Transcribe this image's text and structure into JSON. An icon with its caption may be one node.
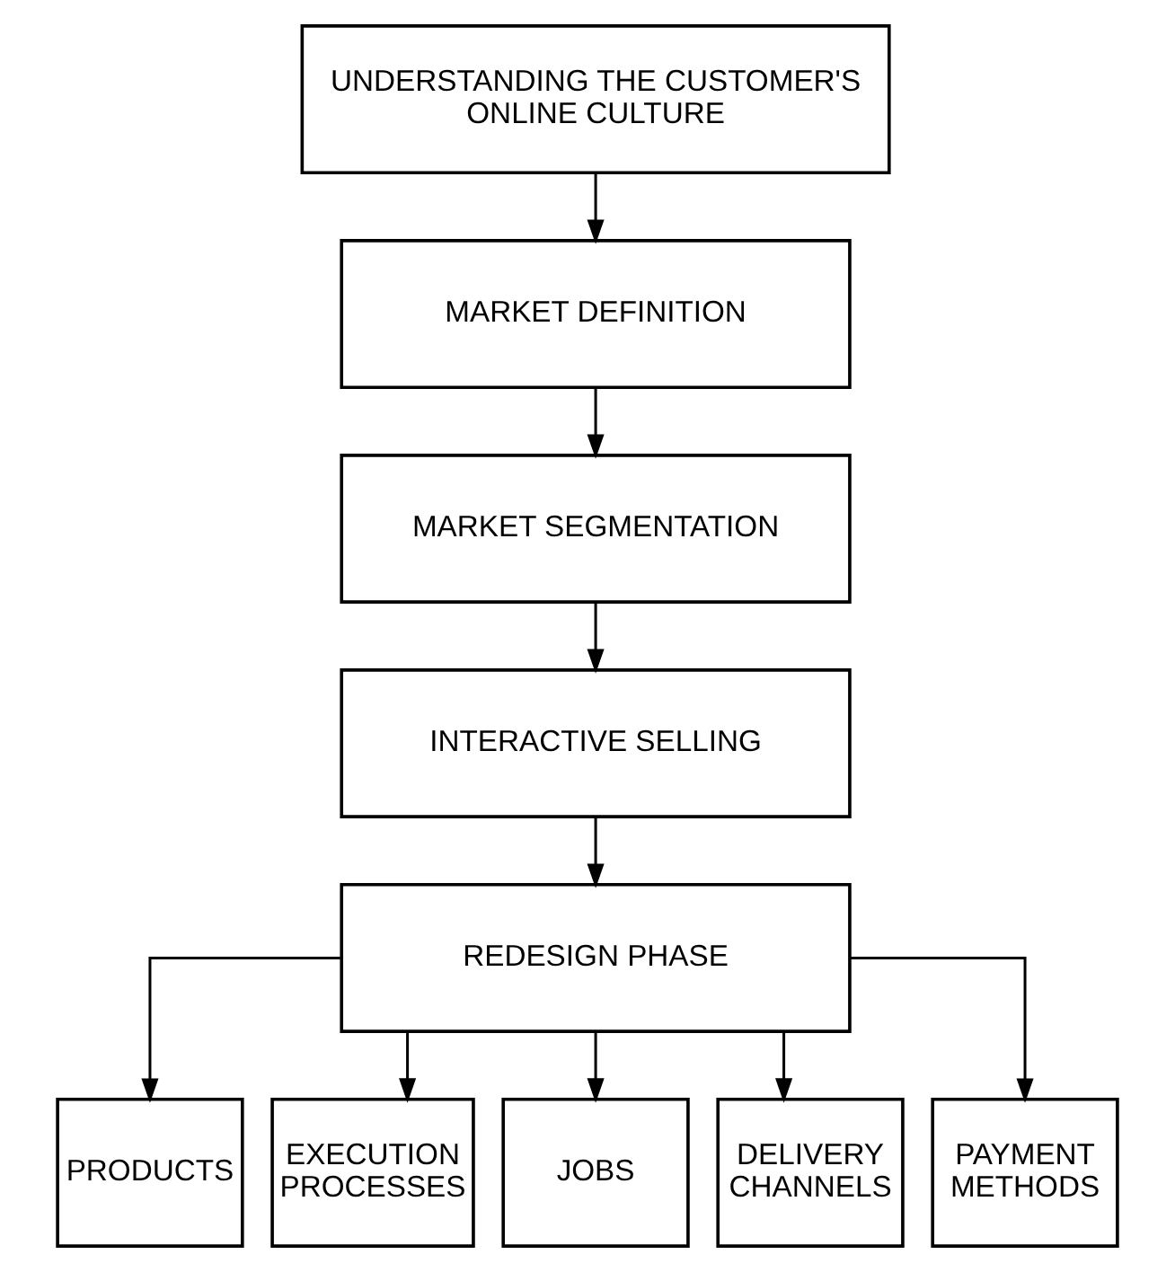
{
  "diagram": {
    "nodes": [
      {
        "text": [
          "UNDERSTANDING THE CUSTOMER'S ONLINE CULTURE"
        ]
      },
      {
        "text": [
          "MARKET DEFINITION"
        ]
      },
      {
        "text": [
          "MARKET SEGMENTATION"
        ]
      },
      {
        "text": [
          "INTERACTIVE SELLING"
        ]
      },
      {
        "text": [
          "REDESIGN PHASE"
        ]
      },
      {
        "text": [
          "PRODUCTS"
        ]
      },
      {
        "text": [
          "EXECUTION PROCESSES"
        ]
      },
      {
        "text": [
          "JOBS"
        ]
      },
      {
        "text": [
          "DELIVERY CHANNELS"
        ]
      },
      {
        "text": [
          "PAYMENT METHODS"
        ]
      }
    ],
    "edges": [
      {
        "from": 0,
        "to": 1,
        "arrow": "to"
      },
      {
        "from": 1,
        "to": 2,
        "arrow": "to"
      },
      {
        "from": 2,
        "to": 3,
        "arrow": "to"
      },
      {
        "from": 3,
        "to": 4,
        "arrow": "to"
      },
      {
        "from": 4,
        "to": 5,
        "arrow": "to"
      },
      {
        "from": 4,
        "to": 6,
        "arrow": "to"
      },
      {
        "from": 4,
        "to": 7,
        "arrow": "to"
      },
      {
        "from": 4,
        "to": 8,
        "arrow": "to"
      },
      {
        "from": 4,
        "to": 9,
        "arrow": "to"
      }
    ]
  }
}
